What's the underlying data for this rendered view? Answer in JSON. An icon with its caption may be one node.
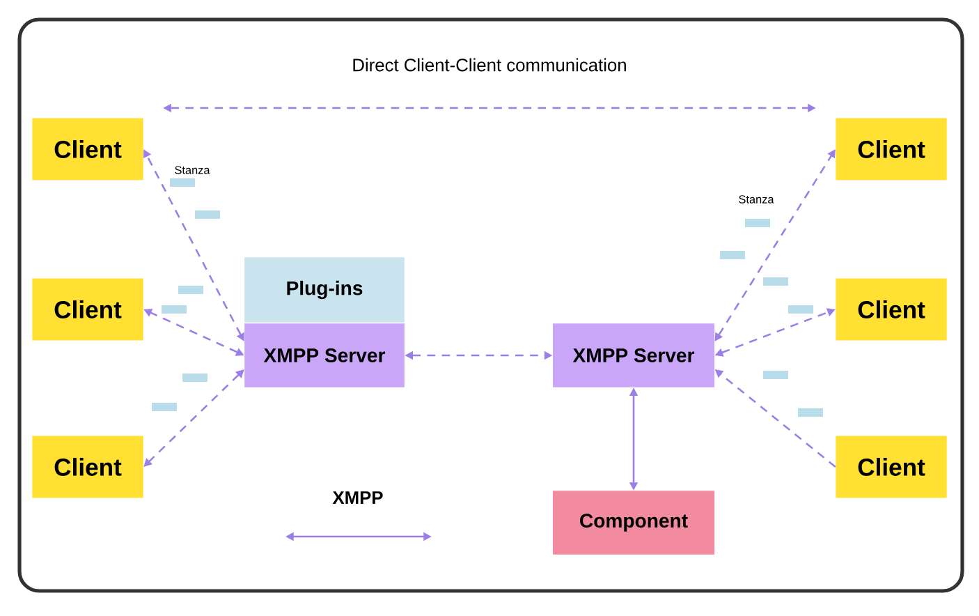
{
  "diagram": {
    "nodes": [
      {
        "text": [
          "Client"
        ]
      },
      {
        "text": [
          "Client"
        ]
      },
      {
        "text": [
          "Client"
        ]
      },
      {
        "text": [
          "Plug-ins"
        ]
      },
      {
        "text": [
          "XMPP Server"
        ]
      },
      {
        "text": [
          "XMPP Server"
        ]
      },
      {
        "text": [
          "Client"
        ]
      },
      {
        "text": [
          "Client"
        ]
      },
      {
        "text": [
          "Client"
        ]
      },
      {
        "text": [
          "Component"
        ]
      }
    ],
    "edges": [
      {
        "from": 0,
        "to": 6,
        "arrow": "both",
        "style": "dashed",
        "label": "Direct Client-Client communication"
      },
      {
        "from": 4,
        "to": 0,
        "arrow": "both",
        "style": "dashed"
      },
      {
        "from": 4,
        "to": 1,
        "arrow": "both",
        "style": "dashed"
      },
      {
        "from": 4,
        "to": 2,
        "arrow": "both",
        "style": "dashed"
      },
      {
        "from": 4,
        "to": 5,
        "arrow": "both",
        "style": "dashed"
      },
      {
        "from": 5,
        "to": 6,
        "arrow": "both",
        "style": "dashed"
      },
      {
        "from": 5,
        "to": 7,
        "arrow": "both",
        "style": "dashed"
      },
      {
        "from": 8,
        "to": 5,
        "arrow": "to",
        "style": "dashed"
      },
      {
        "from": 5,
        "to": 9,
        "arrow": "both"
      }
    ],
    "labels": [
      "Stanza",
      "Stanza"
    ],
    "legend": [
      {
        "text": "XMPP"
      }
    ]
  }
}
